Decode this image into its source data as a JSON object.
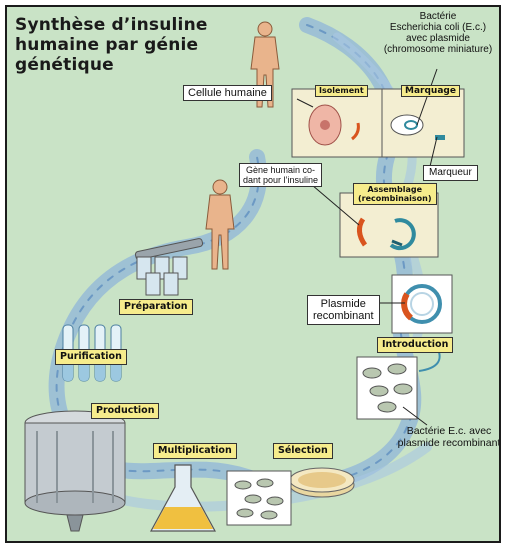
{
  "title": {
    "line1": "Synthèse d’insuline",
    "line2": "humaine par génie",
    "line3": "génétique"
  },
  "labels": {
    "cellule_humaine": "Cellule humaine",
    "bacterie_line1": "Bactérie",
    "bacterie_line2": "Escherichia coli (E.c.)",
    "bacterie_line3": "avec plasmide",
    "bacterie_line4": "(chromosome miniature)",
    "gene_line1": "Gène humain co-",
    "gene_line2": "dant pour l’insuline",
    "marqueur": "Marqueur",
    "plasmide_line1": "Plasmide",
    "plasmide_line2": "recombinant",
    "bact_ec_line1": "Bactérie E.c. avec",
    "bact_ec_line2": "plasmide recombinant"
  },
  "steps": {
    "isolement": "Isolement",
    "marquage": "Marquage",
    "assemblage_line1": "Assemblage",
    "assemblage_line2": "(recombinaison)",
    "introduction": "Introduction",
    "selection": "Sélection",
    "multiplication": "Multiplication",
    "production": "Production",
    "purification": "Purification",
    "preparation": "Préparation"
  },
  "colors": {
    "background": "#c9e3c6",
    "ribbon": "#8fb6d8",
    "step_label": "#f6ec8c",
    "skin": "#e9b48c",
    "plasmid": "#d9541e"
  }
}
